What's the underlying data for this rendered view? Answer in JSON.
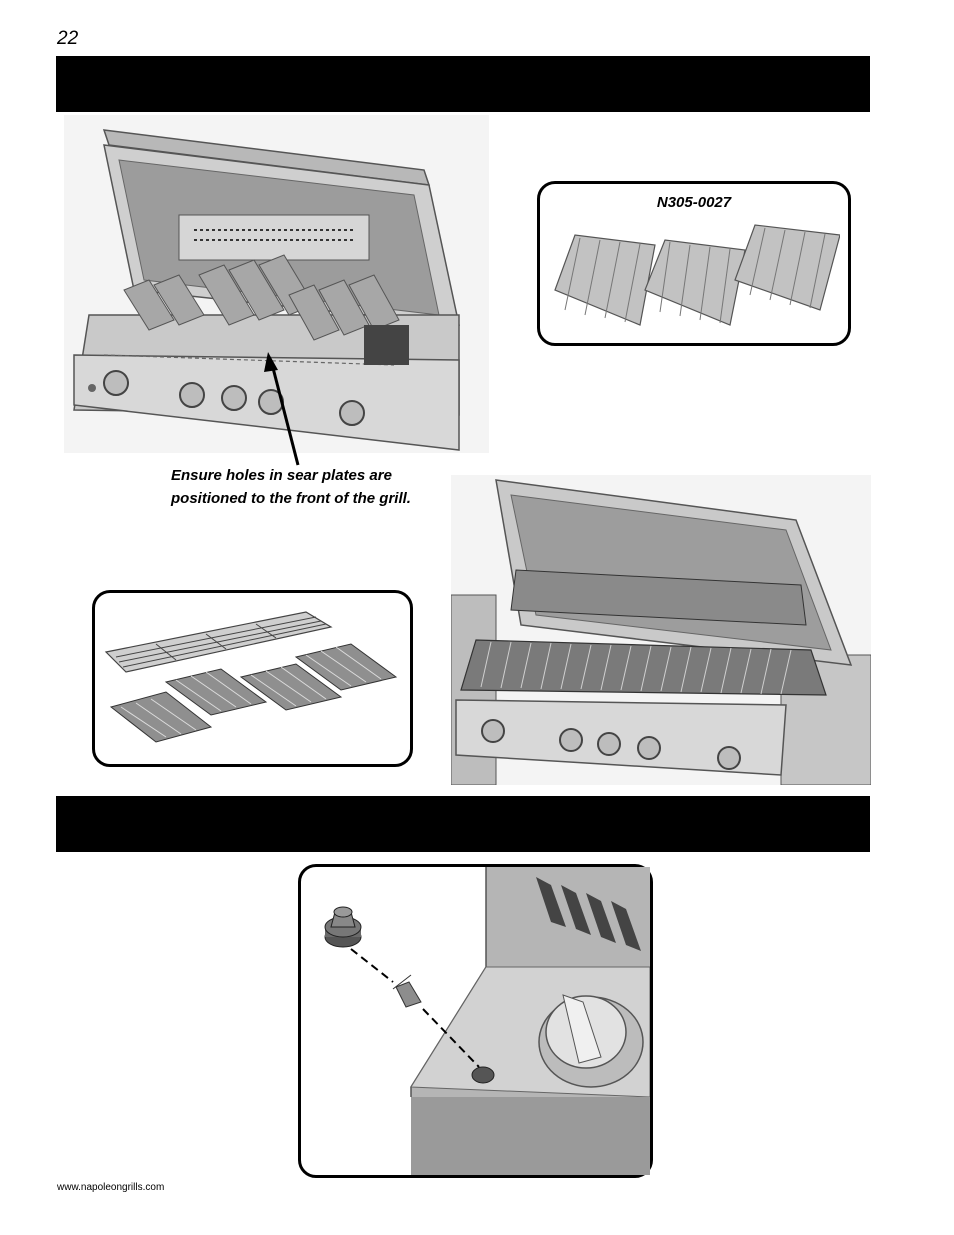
{
  "page": {
    "number": "22"
  },
  "figures": {
    "heat_plates_part_number": "N305-0027",
    "sear_plate_note": "Ensure holes in sear plates are positioned to the front of the grill."
  },
  "footer": {
    "url": "www.napoleongrills.com"
  },
  "colors": {
    "banner": "#000000",
    "metal_light": "#d9d9d9",
    "metal_mid": "#a9a9a9",
    "metal_dark": "#6b6b6b"
  },
  "icons": [
    "grill-open-lid-illustration",
    "heat-plates-illustration",
    "cooking-grids-illustration",
    "grill-with-grids-illustration",
    "ignitor-button-illustration"
  ]
}
